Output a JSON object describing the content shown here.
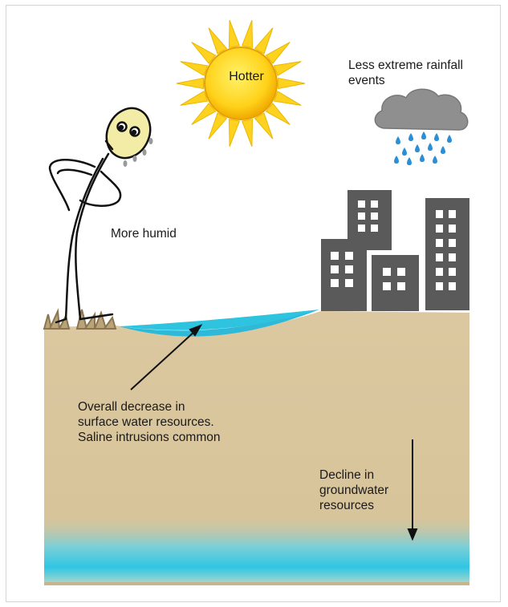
{
  "labels": {
    "sun": "Hotter",
    "rainfall": "Less extreme rainfall\nevents",
    "humid": "More humid",
    "surface_water": "Overall decrease in\nsurface water resources.\nSaline intrusions common",
    "groundwater": "Decline in\ngroundwater\nresources"
  },
  "colors": {
    "soil": "#d9c49a",
    "water": "#2ec4df",
    "sun_rays": "#ffd21f",
    "buildings": "#5a5a5a",
    "cloud": "#8f8f8f",
    "raindrops": "#2a8fd6"
  }
}
